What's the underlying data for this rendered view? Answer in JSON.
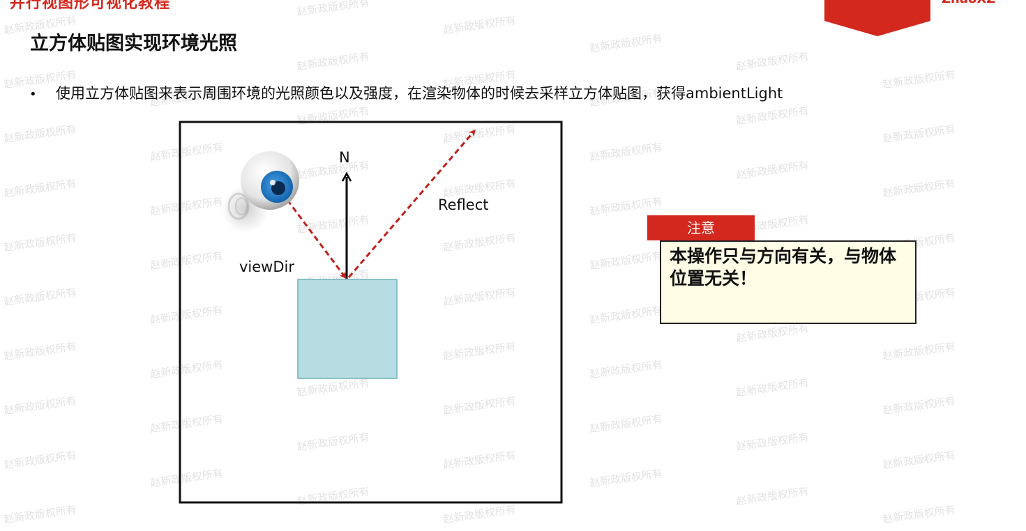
{
  "header": {
    "cut_title": "并行视图形可视化教程",
    "cut_right_label": "ZhaoXZ"
  },
  "page_title": "立方体贴图实现环境光照",
  "bullet": {
    "marker": "•",
    "text": "使用立方体贴图来表示周围环境的光照颜色以及强度，在渲染物体的时候去采样立方体贴图，获得ambientLight"
  },
  "diagram": {
    "labels": {
      "normal": "N",
      "reflect": "Reflect",
      "view_dir": "viewDir"
    },
    "colors": {
      "frame": "#111111",
      "cube_fill": "#b7dde2",
      "cube_stroke": "#6fb1bc",
      "arrow_dashed": "#c0201a",
      "arrow_normal": "#000000"
    },
    "icon": "eyeball-icon"
  },
  "note": {
    "tab_label": "注意",
    "body": "本操作只与方向有关，与物体位置无关！"
  },
  "watermark": {
    "text": "赵新政版权所有"
  },
  "colors": {
    "accent_red": "#d3281e",
    "note_bg": "#fffde6"
  }
}
